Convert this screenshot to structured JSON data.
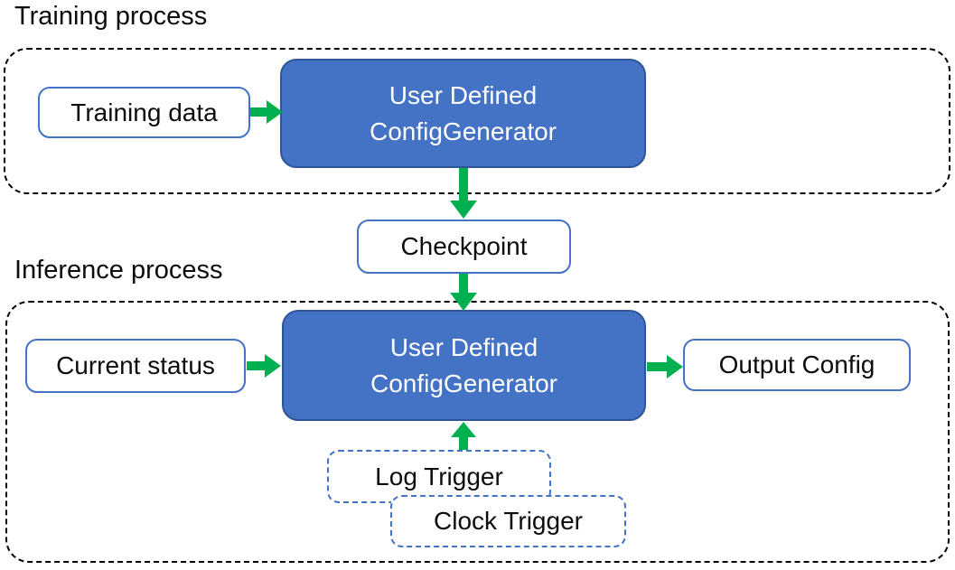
{
  "colors": {
    "box_fill": "#4472C4",
    "box_border": "#2F5597",
    "light_border": "#4472C4",
    "arrow_green": "#00B050",
    "dash_black": "#000000"
  },
  "training": {
    "section_label": "Training process",
    "input_box": "Training data",
    "generator": {
      "line1": "User Defined",
      "line2": "ConfigGenerator"
    }
  },
  "checkpoint_label": "Checkpoint",
  "inference": {
    "section_label": "Inference process",
    "input_box": "Current status",
    "generator": {
      "line1": "User Defined",
      "line2": "ConfigGenerator"
    },
    "output_box": "Output Config",
    "triggers": {
      "log": "Log Trigger",
      "clock": "Clock Trigger"
    }
  },
  "edges": [
    {
      "from": "training-data",
      "to": "training-generator",
      "direction": "right"
    },
    {
      "from": "training-generator",
      "to": "checkpoint",
      "direction": "down"
    },
    {
      "from": "checkpoint",
      "to": "inference-generator",
      "direction": "down"
    },
    {
      "from": "current-status",
      "to": "inference-generator",
      "direction": "right"
    },
    {
      "from": "inference-generator",
      "to": "output-config",
      "direction": "right"
    },
    {
      "from": "log-trigger",
      "to": "inference-generator",
      "direction": "up"
    }
  ]
}
